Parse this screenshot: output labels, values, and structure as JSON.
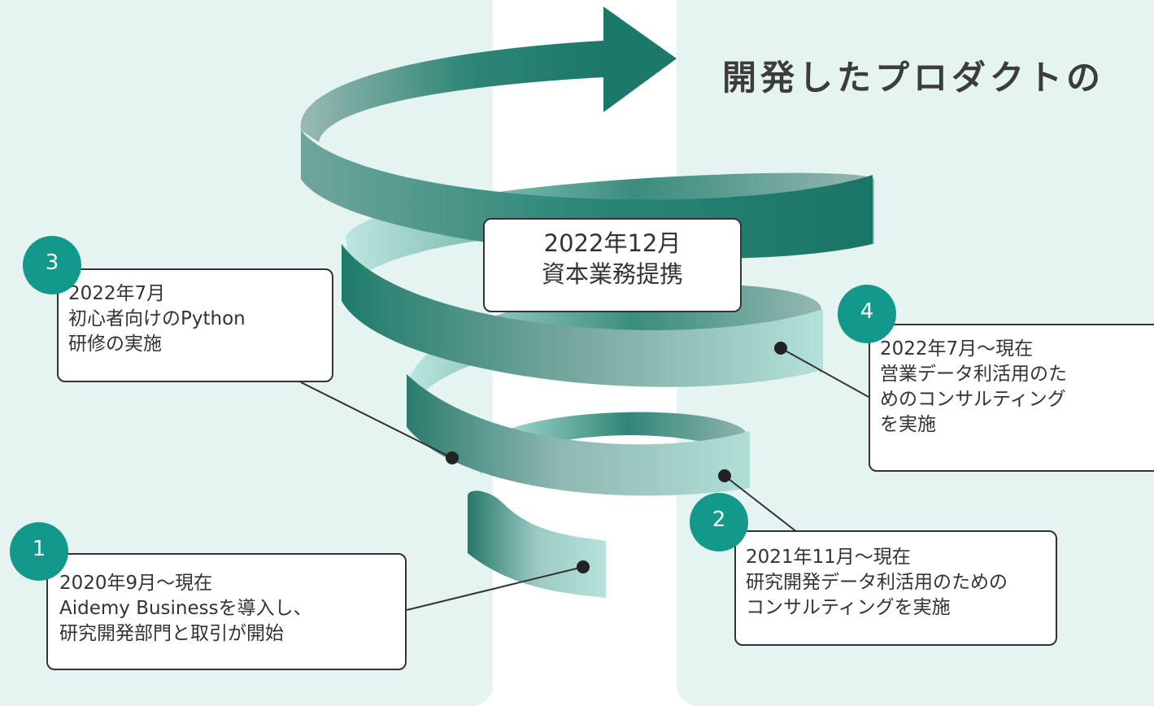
{
  "title": "開発したプロダクトの",
  "center_event": {
    "date": "2022年12月",
    "text": "資本業務提携"
  },
  "milestones": [
    {
      "number": "1",
      "date": "2020年9月〜現在",
      "line1": "Aidemy Businessを導入し、",
      "line2": "研究開発部門と取引が開始",
      "line3": ""
    },
    {
      "number": "2",
      "date": "2021年11月〜現在",
      "line1": "研究開発データ利活用のための",
      "line2": "コンサルティングを実施",
      "line3": ""
    },
    {
      "number": "3",
      "date": "2022年7月",
      "line1": "初心者向けのPython",
      "line2": "研修の実施",
      "line3": ""
    },
    {
      "number": "4",
      "date": "2022年7月〜現在",
      "line1": "営業データ利活用のた",
      "line2": "めのコンサルティング",
      "line3": "を実施"
    }
  ],
  "colors": {
    "panel": "#e6f4f1",
    "badge": "#13998c",
    "ribbon_dark": "#1d7a69",
    "ribbon_mid": "#7fa9a2",
    "ribbon_light": "#b5e3dc"
  }
}
